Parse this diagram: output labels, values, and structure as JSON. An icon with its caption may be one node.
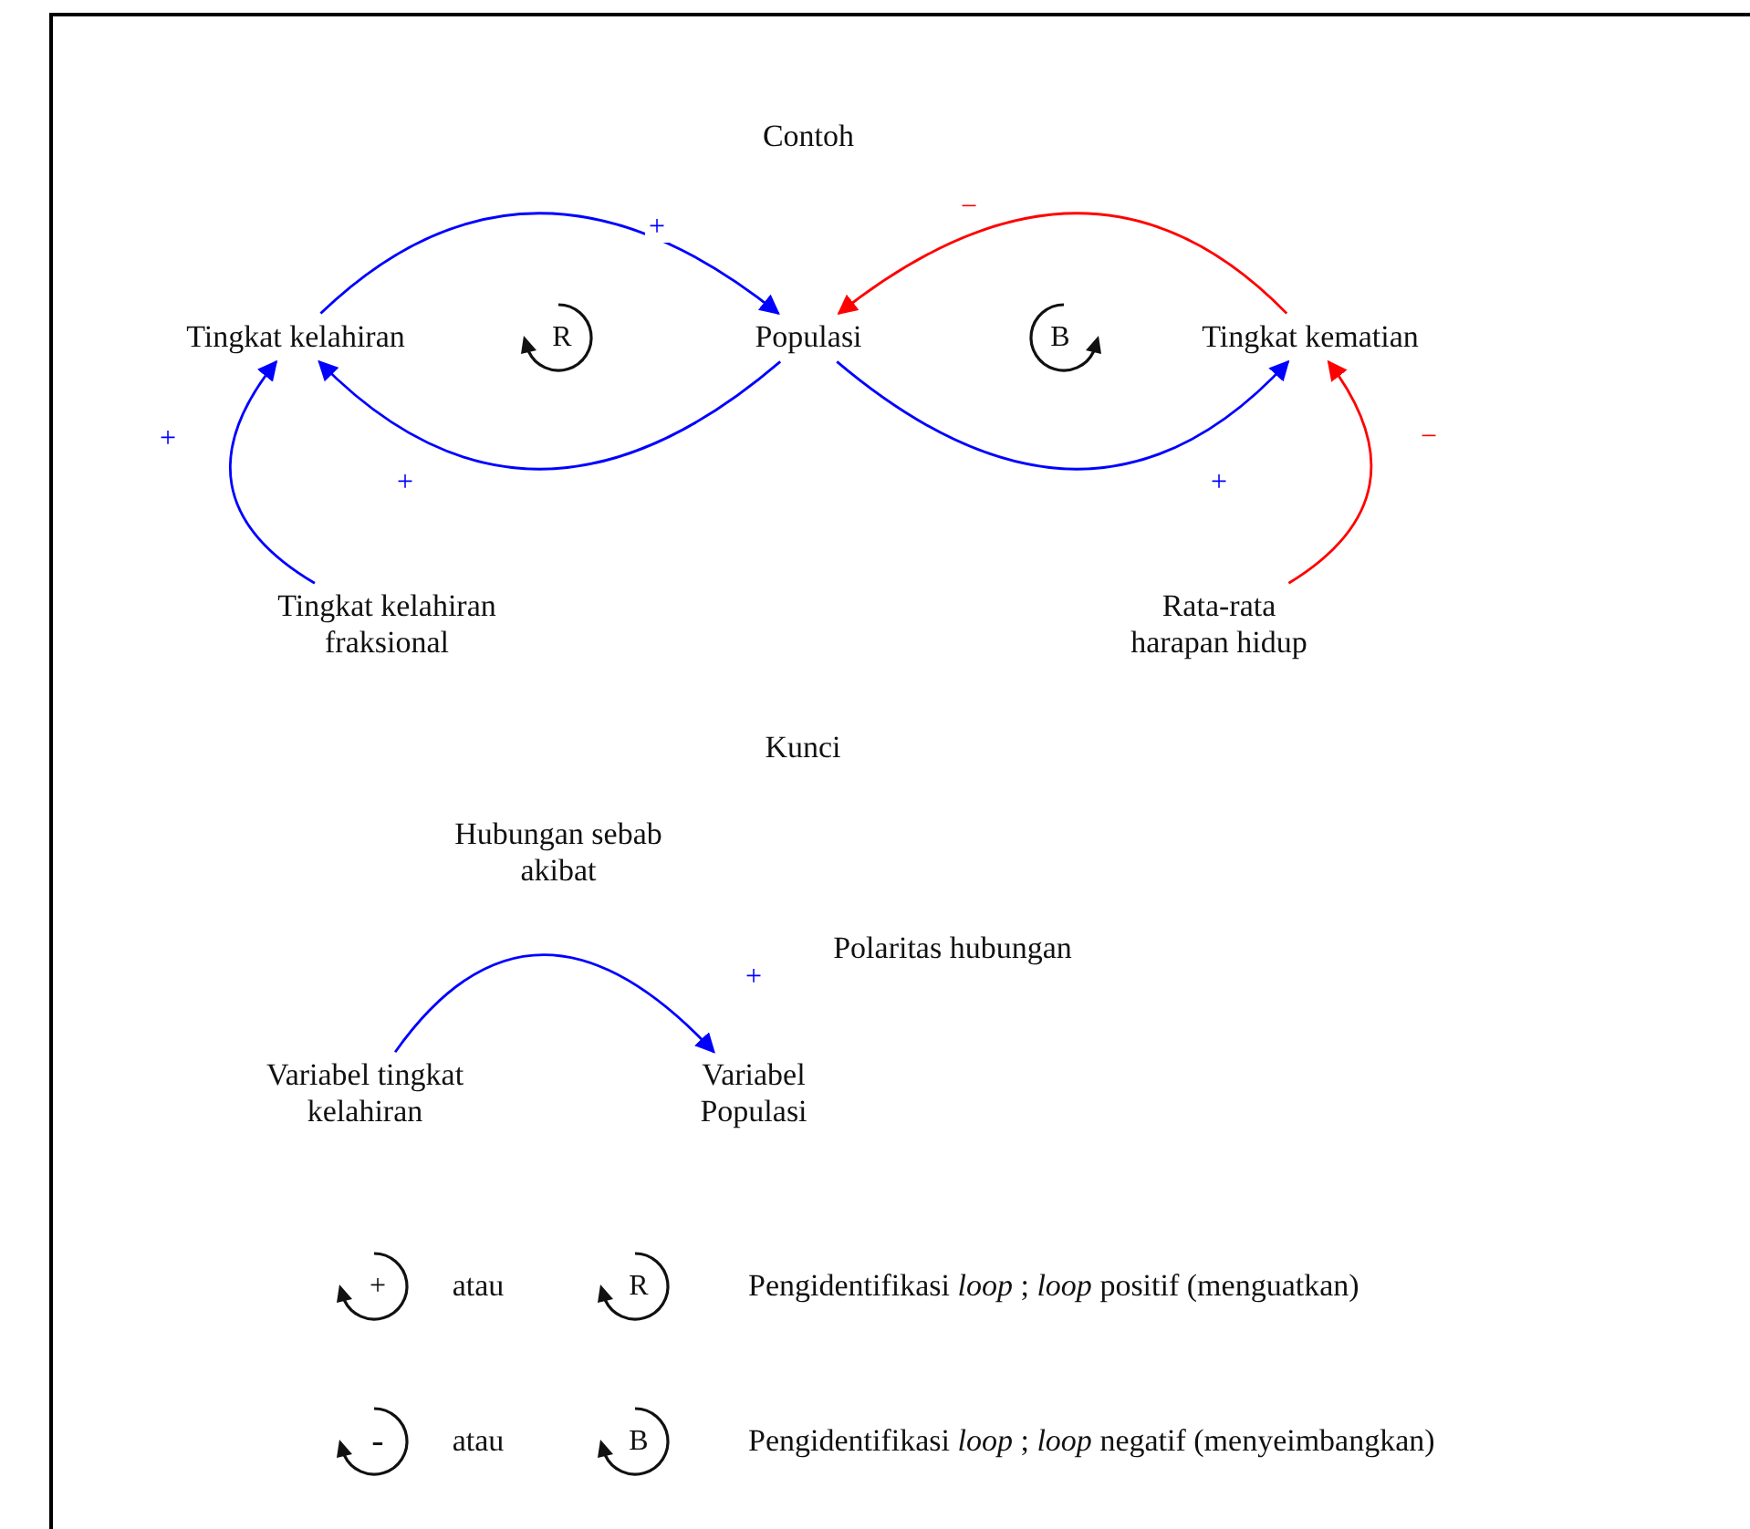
{
  "diagram": {
    "nodes": [
      {
        "text": [
          "Tingkat kelahiran"
        ]
      },
      {
        "text": [
          "Populasi"
        ]
      },
      {
        "text": [
          "Tingkat kematian"
        ]
      },
      {
        "text": [
          "Tingkat kelahiran fraksional"
        ]
      },
      {
        "text": [
          "Rata-rata harapan hidup"
        ]
      },
      {
        "text": [
          "Variabel tingkat kelahiran"
        ]
      },
      {
        "text": [
          "Variabel Populasi"
        ]
      }
    ],
    "edges": [
      {
        "from": 0,
        "to": 1,
        "arrow": "to",
        "label": "+"
      },
      {
        "from": 1,
        "to": 0,
        "arrow": "to",
        "label": "+"
      },
      {
        "from": 1,
        "to": 2,
        "arrow": "to",
        "label": "+"
      },
      {
        "from": 2,
        "to": 1,
        "arrow": "to",
        "label": "−",
        "color": "#ff0000"
      },
      {
        "from": 3,
        "to": 0,
        "arrow": "to",
        "label": "+"
      },
      {
        "from": 4,
        "to": 2,
        "arrow": "to",
        "label": "−",
        "color": "#ff0000"
      },
      {
        "from": 5,
        "to": 6,
        "arrow": "to",
        "label": "+"
      }
    ],
    "labels": [
      "Contoh",
      "R",
      "B",
      "Kunci",
      "Hubungan sebab akibat",
      "Polaritas hubungan",
      "+",
      "atau",
      "R",
      "Pengidentifikasi *loop* ; *loop* positif (menguatkan)",
      "-",
      "atau",
      "B",
      "Pengidentifikasi *loop* ; *loop* negatif (menyeimbangkan)"
    ]
  }
}
